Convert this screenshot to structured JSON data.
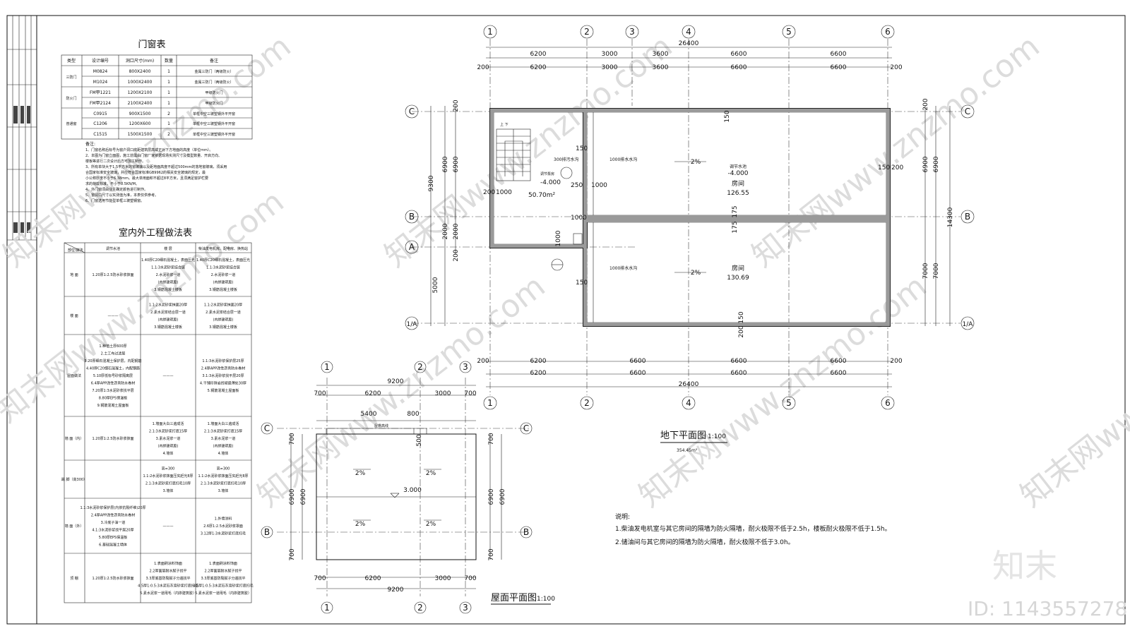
{
  "door_window_table": {
    "title": "门窗表",
    "headers": [
      "类型",
      "设计编号",
      "洞口尺寸(mm)",
      "数量",
      "备注"
    ],
    "rows": [
      [
        "三防门",
        "M0824",
        "800X2400",
        "1",
        "金属三防门（两级防火）"
      ],
      [
        "",
        "M1024",
        "1000X2400",
        "1",
        "金属三防门（两级防火）"
      ],
      [
        "防火门",
        "FM甲1221",
        "1200X2100",
        "1",
        "甲级防火门"
      ],
      [
        "",
        "FM甲2124",
        "2100X2400",
        "1",
        "甲级防火门"
      ],
      [
        "普通窗",
        "C0915",
        "900X1500",
        "2",
        "单框中空三玻塑钢外平开窗"
      ],
      [
        "",
        "C1206",
        "1200X600",
        "1",
        "单框中空三玻塑钢外平开窗"
      ],
      [
        "",
        "C1515",
        "1500X1500",
        "2",
        "单框中空三玻塑钢外平开窗"
      ]
    ],
    "notes_title": "备注:",
    "notes": [
      "1、门窗名称后标号为窗户洞口底距建筑层高或正对下方地面的高度（单位mm）。",
      "2、本图为门窗立面图，施工前需由门窗厂家依据现场实测尺寸及模型数量、开启方向、",
      "   楼板等进行二次设计后方可加工制作。",
      "3、所有单块大于1.5平方米的窗玻璃以及距地面高度不超过500mm的落地窗玻璃，须采用",
      "   合国家标准安全玻璃，并应符合国家标准GB9962的相关安全玻璃的规定，最",
      "   小公称厚度不小于6.38mm。最大单用面积不超过8平方米，且须满足窗护栏要",
      "   求的荷载标准，不小于0.5KN/M。",
      "4、外门窗须由业主确定颜色进行制作。",
      "5、窗洞口尺寸以实测值为准，本表仅供参考。",
      "6、门窗选用节能型单框三玻塑钢窗。"
    ]
  },
  "finish_table": {
    "title": "室内外工程做法表",
    "headers": [
      "部位\\做法",
      "调节水池",
      "楼 层",
      "柴油发电机房、配电房、换热站"
    ],
    "rows": [
      {
        "part": "地 面",
        "c1": "1.20厚1:2.5防水砂浆抹面",
        "c2": "1.40厚C20细石混凝土，表面压光|1.1:3水泥砂浆结合层|2.水泥砂浆一道|(内掺建筑胶)|3.钢筋混凝土楼板",
        "c3": "1.40厚C20细石混凝土，表面压光|1.1:3水泥砂浆结合层|2.水泥砂浆一道|(内掺建筑胶)|3.钢筋混凝土楼板"
      },
      {
        "part": "楼 面",
        "c1": "———",
        "c2": "1.1:2水泥砂浆抹面20厚|2.素水泥浆结合层一道|(内掺建筑胶)|3.钢筋混凝土楼板",
        "c3": "1.1:2水泥砂浆抹面20厚|2.素水泥浆结合层一道|(内掺建筑胶)|3.钢筋混凝土楼板"
      },
      {
        "part": "屋面做法",
        "c1": "1.种植土厚600厚|2.土工布过滤层|3.20厚细石混凝土保护层，内配钢筋|4.40厚C20细石混凝土，内配钢筋|5.10厚低标号砂浆隔离层|6.4厚APP改性沥青防水卷材|7.20厚1:3水泥砂浆找平层|8.80厚EPS保温板|9.钢筋混凝土屋面板",
        "c2": "———",
        "c3": "1.1:3水泥砂浆保护层25厚|2.4厚APP改性沥青防水卷材|3.1:3水泥砂浆找平层20厚|4.干铺珍珠岩找坡最薄处30厚|5.钢筋混凝土屋面板"
      },
      {
        "part": "墙 面（内）",
        "c1": "1.20厚1:2.5防水砂浆抹面",
        "c2": "1.墙面大白三遍成活|2.1:3水泥砂浆打底15厚|3.素水泥浆一道|(内掺建筑胶)|4.墙体",
        "c3": "1.墙面大白三遍成活|2.1:3水泥砂浆打底15厚|3.素水泥浆一道|(内掺建筑胶)|4.墙体"
      },
      {
        "part": "踢 脚（高300）",
        "c1": "",
        "c2": "高=300|1.1:2水泥砂浆抹面压实赶光8厚|2.1:3水泥砂浆打底扫毛10厚|3.墙体",
        "c3": "高=300|1.1:2水泥砂浆抹面压实赶光8厚|2.1:3水泥砂浆打底扫毛10厚|3.墙体"
      },
      {
        "part": "墙 面（外）",
        "c1": "1.1:3水泥砂浆保护层(内掺抗裂纤维)20厚|2.4厚APP改性沥青防水卷材|3.冷底子油一道|4.1:3水泥砂浆找平层20厚|5.80厚EPS保温板|6.基础混凝土墙体",
        "c2": "———",
        "c3": "1.外墙涂料|2.6厚1:2.5水泥砂浆罩面|3.12厚1:3水泥砂浆打底扫毛"
      },
      {
        "part": "顶 棚",
        "c1": "1.20厚1:2.5防水砂浆抹面",
        "c2": "1.表面刷涂料饰面|2.2厚面层耐水腻子找平|3.3厚底基防裂腻子分遍找平|4.5厚1:0.5:3水泥石灰膏砂浆打底扫毛|5.素水泥浆一道甩毛（内掺建筑胶）",
        "c3": "1.表面刷涂料饰面|2.2厚面层耐水腻子找平|3.3厚底基防裂腻子分遍找平|4.5厚1:0.5:3水泥石灰膏砂浆打底扫毛|5.素水泥浆一道甩毛（内掺建筑胶）"
      }
    ]
  },
  "basement_plan": {
    "title": "地下平面图",
    "scale": "1:100",
    "area": "354.45m²",
    "axes_top": [
      "1",
      "2",
      "3",
      "4",
      "5",
      "6"
    ],
    "axes_bottom": [
      "1",
      "2",
      "4",
      "5",
      "6"
    ],
    "axes_side": [
      "C",
      "B",
      "A",
      "1/A"
    ],
    "top_total": "26400",
    "top_dims": [
      "6200",
      "3000",
      "3600",
      "6600",
      "6600"
    ],
    "top_dims2": [
      "200",
      "6200",
      "3000",
      "3600",
      "6600",
      "6600",
      "200"
    ],
    "bottom_dims": [
      "200",
      "6200",
      "6600",
      "6600",
      "6600",
      "200"
    ],
    "bottom_dims2": [
      "6200",
      "6600",
      "6600",
      "6600"
    ],
    "bottom_total": "26400",
    "left_dims": [
      "200",
      "6900",
      "9300",
      "2000",
      "200",
      "5000"
    ],
    "left_dims2": [
      "6900",
      "2000"
    ],
    "right_dims": [
      "200",
      "6900",
      "14300",
      "7000"
    ],
    "right_dims2": [
      "6900",
      "7000"
    ],
    "room1_name": "房间",
    "room1_area": "126.55",
    "room2_name": "房间",
    "room2_area": "130.69",
    "pool_label": "调节水池",
    "pool_level": "-4.000",
    "slope": "2%",
    "drain1": "1000排水水沟",
    "drain2": "1000排水水沟",
    "sump": "300排污水沟",
    "stair_area": "50.70m²",
    "stair_level": "-4.000",
    "stair_label": "调节泵房",
    "updown": "上  下",
    "misc": [
      "150",
      "150",
      "150",
      "200",
      "250",
      "1000",
      "1000",
      "1000",
      "175",
      "175",
      "1000",
      "150",
      "150",
      "200"
    ]
  },
  "roof_plan": {
    "title": "屋面平面图",
    "scale": "1:100",
    "axes_top": [
      "1",
      "2",
      "3"
    ],
    "axes_side": [
      "C",
      "B"
    ],
    "total": "9200",
    "dims": [
      "700",
      "6200",
      "3000",
      "700"
    ],
    "sub_dims": [
      "5400",
      "800"
    ],
    "parapet": "屋檐高线",
    "level": "3.000",
    "slope": "2%",
    "left_dims": [
      "700",
      "6900",
      "700"
    ],
    "right_dims": [
      "700",
      "6900",
      "700"
    ],
    "mid": "500"
  },
  "notes": {
    "title": "说明:",
    "lines": [
      "1.柴油发电机室与其它房间的隔墙为防火隔墙，耐火极限不低于2.5h，楼板耐火极限不低于1.5h。",
      "2.储油间与其它房间的隔墙为防火隔墙，耐火极限不低于3.0h。"
    ]
  },
  "watermark": {
    "text": "知末网www.znzmo.com",
    "brand": "知末",
    "id": "ID: 1143557278"
  }
}
